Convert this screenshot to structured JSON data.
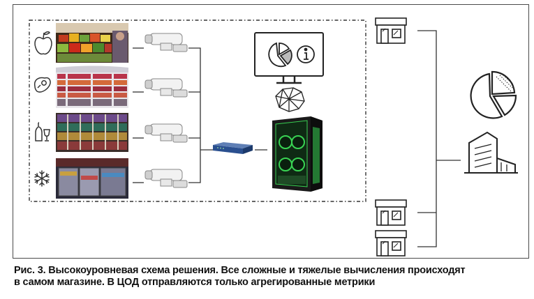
{
  "figure": {
    "caption_line1": "Рис. 3. Высокоуровневая схема решения. Все сложные и тяжелые вычисления происходят",
    "caption_line2": "в самом магазине. В ЦОД отправляются только агрегированные метрики"
  },
  "store_rows": [
    {
      "category": "fruit",
      "icon": "apple-icon",
      "photo": "produce-shelf-photo"
    },
    {
      "category": "meat",
      "icon": "steak-icon",
      "photo": "deli-shelf-photo"
    },
    {
      "category": "drinks",
      "icon": "bottle-glass-icon",
      "photo": "beverage-shelf-photo"
    },
    {
      "category": "frozen",
      "icon": "snowflake-icon",
      "photo": "freezer-shelf-photo"
    }
  ],
  "colors": {
    "line": "#333333",
    "frame": "#4a4a4a",
    "pc_glow": "#39d353",
    "switch_blue": "#2a4f8f"
  }
}
